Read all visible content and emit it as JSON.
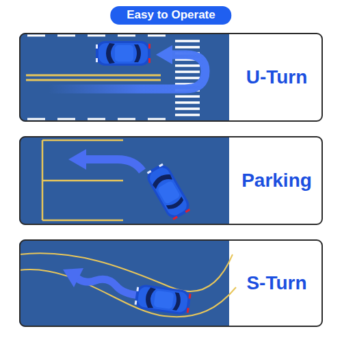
{
  "diagram": {
    "title": "Easy to Operate",
    "nodes": [
      {
        "text": [
          "U-Turn"
        ]
      },
      {
        "text": [
          "Parking"
        ]
      },
      {
        "text": [
          "S-Turn"
        ]
      }
    ]
  }
}
